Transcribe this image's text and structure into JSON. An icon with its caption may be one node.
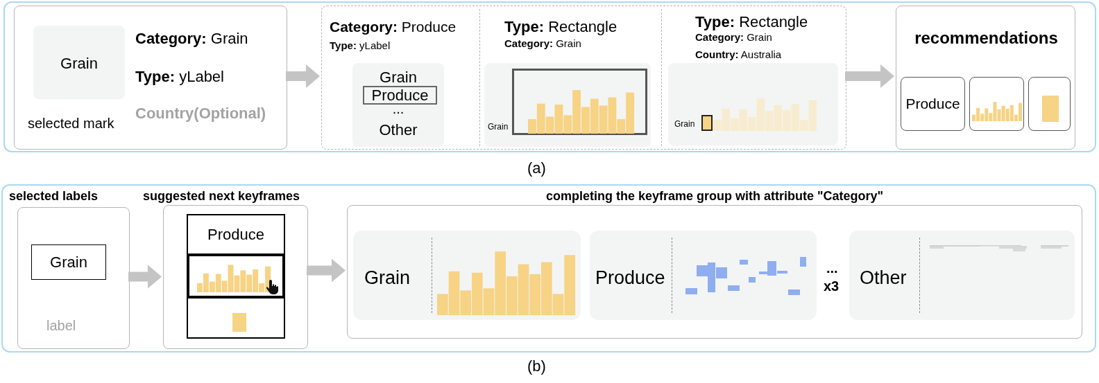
{
  "diagram": {
    "nodes": [
      {
        "text": [],
        "shape": "box",
        "beside": [
          "(a)"
        ]
      },
      {
        "text": [
          "**Category:** Grain",
          "**Type:** yLabel",
          "Country(Optional)",
          "selected mark"
        ],
        "in": 0
      },
      {
        "text": [
          "Grain"
        ],
        "in": 1
      },
      {
        "text": [],
        "shape": "box",
        "in": 0
      },
      {
        "text": [
          "**Category:** Produce",
          "**Type:** yLabel",
          "Grain",
          "...",
          "Other"
        ],
        "in": 3
      },
      {
        "text": [
          "Produce"
        ],
        "in": 4
      },
      {
        "text": [
          "**Type:** Rectangle",
          "**Category:** Grain",
          "Grain"
        ],
        "in": 3
      },
      {
        "text": [
          "**Type:** Rectangle",
          "**Category:** Grain",
          "**Country:** Australia",
          "Grain"
        ],
        "in": 3
      },
      {
        "text": [
          "recommendations"
        ],
        "in": 0
      },
      {
        "text": [
          "Produce"
        ],
        "in": 8
      },
      {
        "text": [],
        "shape": "box",
        "in": 8
      },
      {
        "text": [],
        "shape": "box",
        "in": 8
      },
      {
        "text": [],
        "shape": "box",
        "beside": [
          "(b)"
        ]
      },
      {
        "text": [
          "selected labels",
          "label"
        ],
        "in": 12
      },
      {
        "text": [
          "Grain"
        ],
        "in": 13
      },
      {
        "text": [
          "suggested next keyframes"
        ],
        "in": 12
      },
      {
        "text": [
          "Produce"
        ],
        "in": 15
      },
      {
        "text": [],
        "shape": "box",
        "in": 15
      },
      {
        "text": [],
        "shape": "box",
        "in": 15
      },
      {
        "text": [
          "completing the keyframe group with attribute \"Category\""
        ],
        "in": 12
      },
      {
        "text": [
          "Grain"
        ],
        "in": 19
      },
      {
        "text": [
          "Produce"
        ],
        "in": 19
      },
      {
        "text": [
          "Other"
        ],
        "in": 19
      }
    ],
    "edges": [
      {
        "from": 1,
        "to": 3,
        "arrow": "to"
      },
      {
        "from": 3,
        "to": 8,
        "arrow": "to"
      },
      {
        "from": 13,
        "to": 15,
        "arrow": "to"
      },
      {
        "from": 15,
        "to": 19,
        "arrow": "to"
      }
    ],
    "labels": [
      "...",
      "x3"
    ]
  }
}
